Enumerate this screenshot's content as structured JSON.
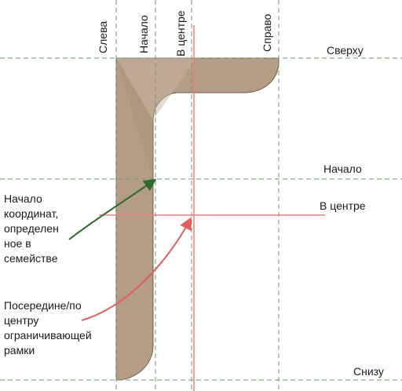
{
  "labels": {
    "left": "Слева",
    "start_vertical": "Начало",
    "center_vertical": "В центре",
    "right": "Справо",
    "top": "Сверху",
    "start_horizontal": "Начало",
    "center_horizontal": "В центре",
    "bottom": "Снизу"
  },
  "notes": {
    "origin": "Начало\nкоординат,\nопределен\nное в\nсемействе",
    "middle": "Посередине/по\nцентру\nограничивающей\nрамки"
  },
  "colors": {
    "shape_fill": "#b49c86",
    "shape_stroke": "#6e5c4c",
    "reference_lines": "#6f9a6f",
    "center_lines": "#ef7b7b",
    "origin_arrow": "#2f6b2f",
    "center_arrow": "#e06060"
  }
}
